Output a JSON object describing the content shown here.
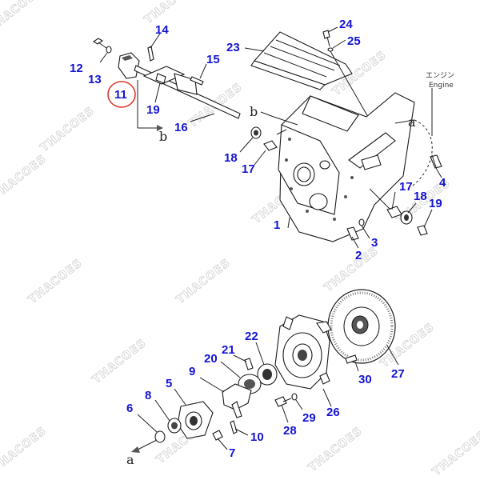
{
  "diagram": {
    "watermark_text": "THACOES",
    "engine_label_jp": "エンジン",
    "engine_label_en": "Engine",
    "highlight_color": "#e03a2e",
    "callout_color": "#1414d6",
    "callouts": {
      "c1": "1",
      "c2": "2",
      "c3": "3",
      "c4": "4",
      "c5": "5",
      "c6": "6",
      "c7": "7",
      "c8": "8",
      "c9": "9",
      "c10": "10",
      "c11": "11",
      "c12": "12",
      "c13": "13",
      "c14": "14",
      "c15": "15",
      "c16": "16",
      "c17a": "17",
      "c17b": "17",
      "c18a": "18",
      "c18b": "18",
      "c19a": "19",
      "c19b": "19",
      "c20": "20",
      "c21": "21",
      "c22": "22",
      "c23": "23",
      "c24": "24",
      "c25": "25",
      "c26": "26",
      "c27": "27",
      "c28": "28",
      "c29": "29",
      "c30": "30"
    },
    "refs": {
      "a_engine": "a",
      "a_bottom": "a",
      "b_shaft": "b",
      "b_housing": "b"
    }
  }
}
